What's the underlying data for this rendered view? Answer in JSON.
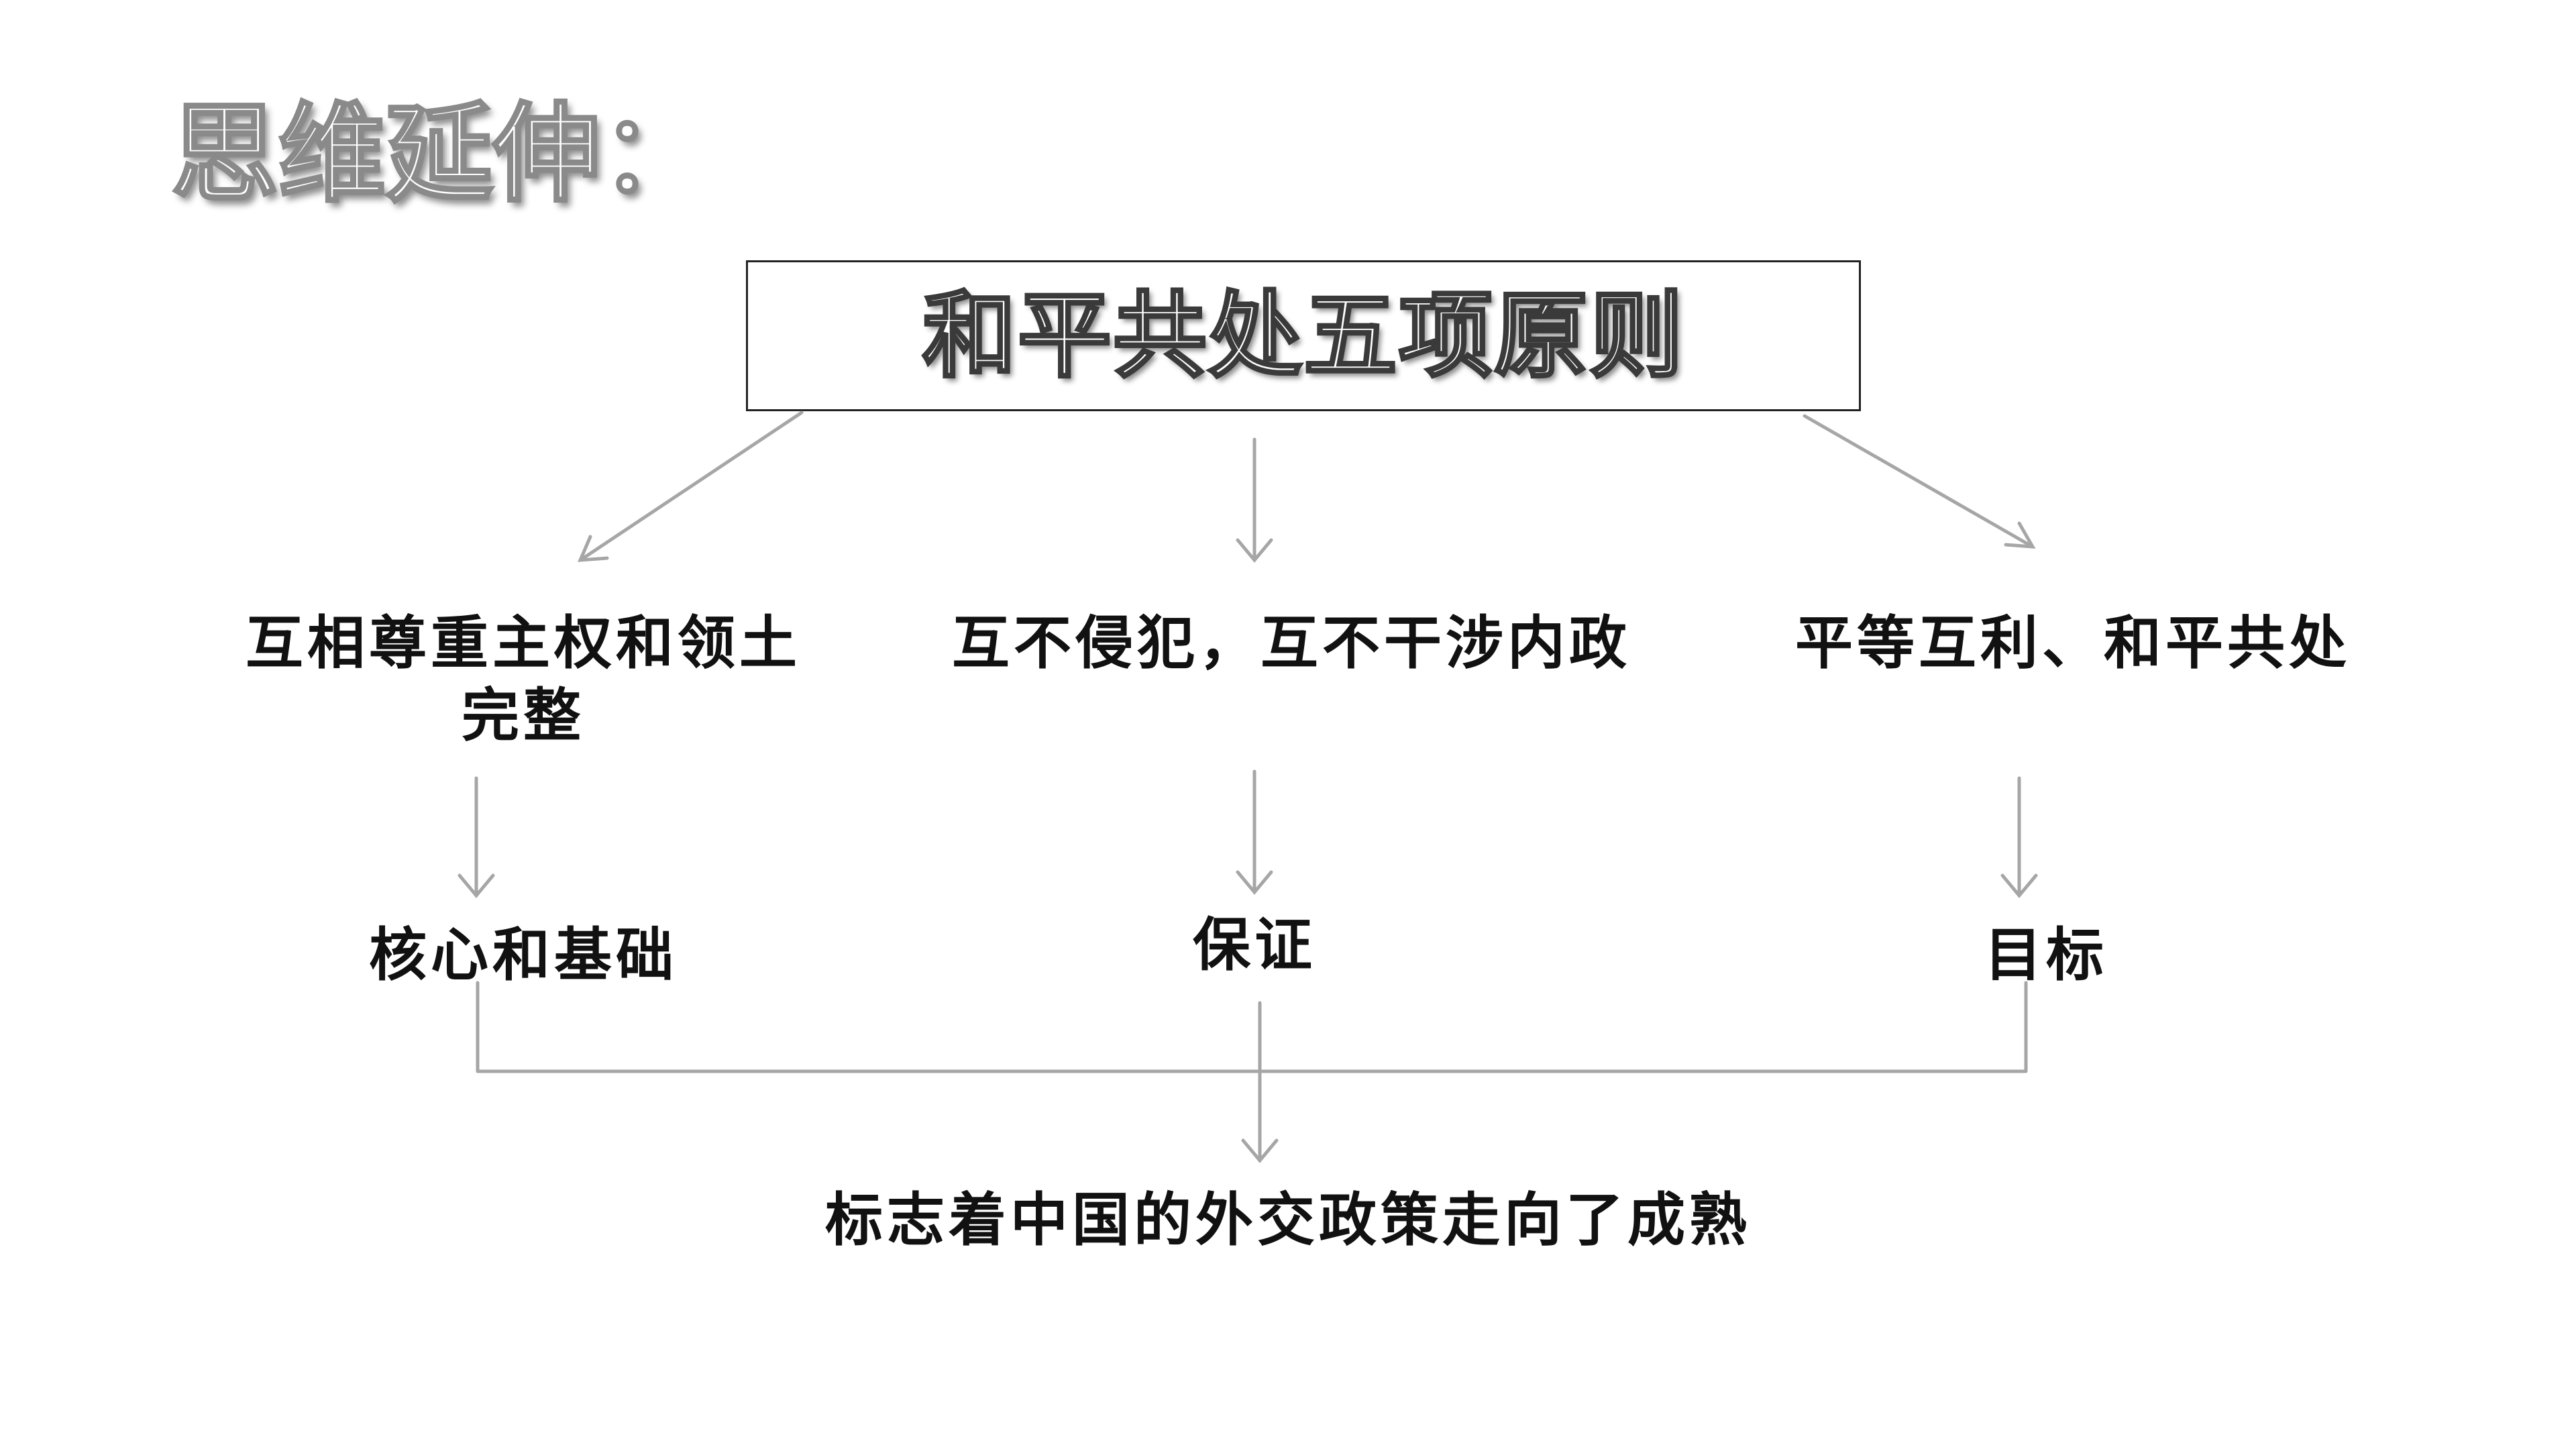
{
  "heading": "思维延伸：",
  "title": "和平共处五项原则",
  "principles": [
    {
      "label": "互相尊重主权和领土完整"
    },
    {
      "label": "互不侵犯，互不干涉内政"
    },
    {
      "label": "平等互利、和平共处"
    }
  ],
  "roles": [
    {
      "label": "核心和基础"
    },
    {
      "label": "保证"
    },
    {
      "label": "目标"
    }
  ],
  "conclusion": "标志着中国的外交政策走向了成熟",
  "colors": {
    "connector": "#a6a6a6",
    "text": "#111111",
    "box_border": "#222222"
  }
}
